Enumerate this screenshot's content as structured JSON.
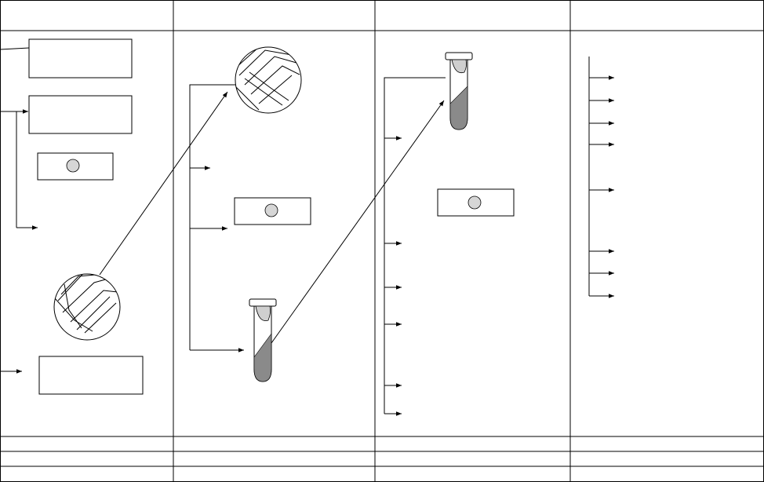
{
  "diagram": {
    "type": "flow-chart",
    "columns": 4,
    "header_labels": [
      "",
      "",
      "",
      ""
    ],
    "footer_rows": 3,
    "footer_labels": [
      [
        "",
        "",
        "",
        ""
      ],
      [
        "",
        "",
        "",
        ""
      ],
      [
        "",
        "",
        "",
        ""
      ]
    ],
    "line_color": "#000000",
    "colony_color": "#d6d6d6",
    "agar_color": "#8a8a8a"
  }
}
